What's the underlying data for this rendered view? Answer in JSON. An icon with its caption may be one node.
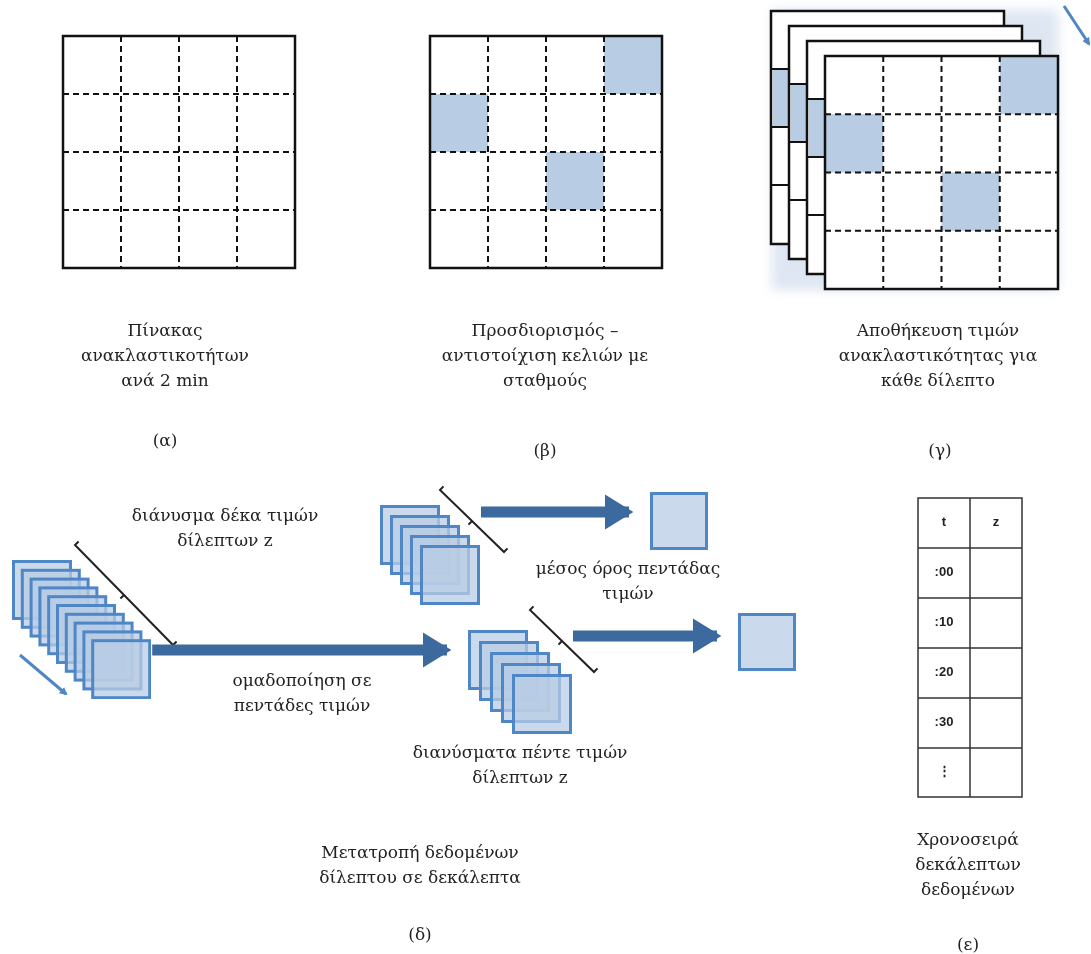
{
  "diagram": {
    "nodes": [
      {
        "text": [],
        "shape": "box",
        "beside": [
          "διάνυσμα δέκα τιμών δίλεπτων z"
        ]
      },
      {
        "text": [],
        "shape": "box"
      },
      {
        "text": [],
        "shape": "box",
        "beside": [
          "διανύσματα πέντε τιμών δίλεπτων z"
        ]
      },
      {
        "text": [],
        "shape": "box"
      },
      {
        "text": [],
        "shape": "box"
      }
    ],
    "edges": [
      {
        "from": 0,
        "to": 2,
        "arrow": "to",
        "label": "ομαδοποίηση σε πεντάδες τιμών"
      },
      {
        "from": 1,
        "to": 3,
        "arrow": "to",
        "label": "μέσος όρος πεντάδας τιμών"
      },
      {
        "from": 2,
        "to": 4,
        "arrow": "to"
      }
    ],
    "labels": [
      "Πίνακας ανακλαστικοτήτων ανά 2 min",
      "(α)",
      "Προσδιορισμός – αντιστοίχιση κελιών με σταθμούς",
      "(β)",
      "Αποθήκευση τιμών ανακλαστικότητας για κάθε δίλεπτο",
      "(γ)",
      "t",
      "z",
      ":00",
      ":10",
      ":20",
      ":30",
      "⋮",
      "Μετατροπή δεδομένων δίλεπτου σε δεκάλεπτα",
      "(δ)",
      "Χρονοσειρά δεκάλεπτων δεδομένων",
      "(ε)"
    ]
  }
}
